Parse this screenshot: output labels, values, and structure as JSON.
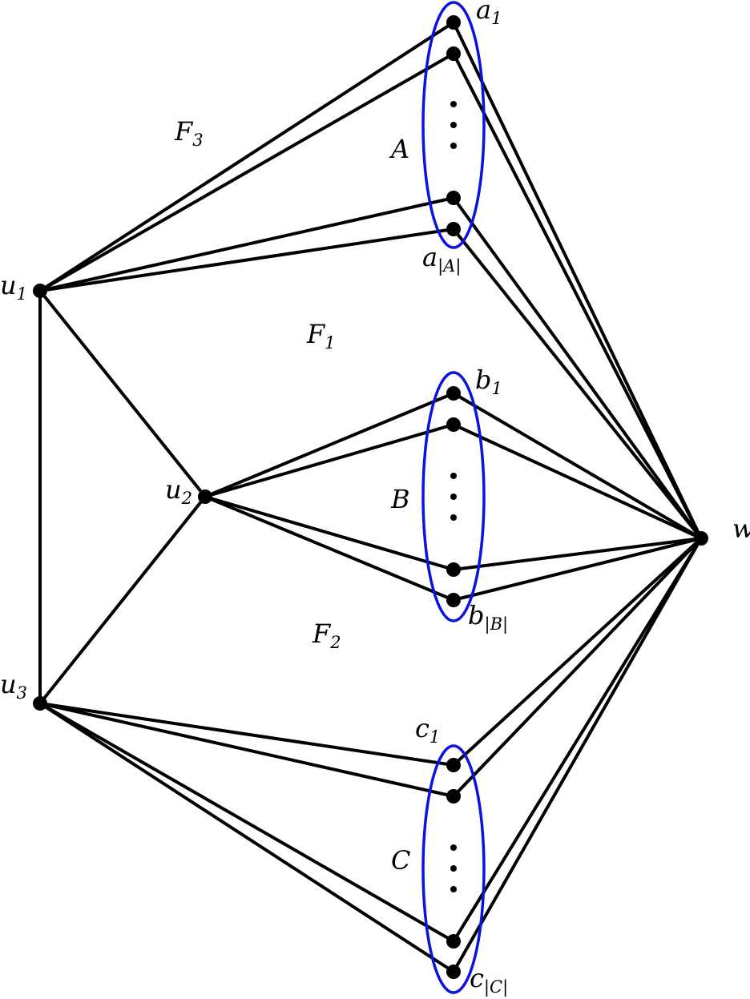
{
  "colors": {
    "ink": "#000000",
    "group_outline": "#0a14e0"
  },
  "vertices": {
    "u1": {
      "base": "u",
      "sub": "1"
    },
    "u2": {
      "base": "u",
      "sub": "2"
    },
    "u3": {
      "base": "u",
      "sub": "3"
    },
    "w": {
      "base": "w",
      "sub": ""
    }
  },
  "groups": {
    "A": {
      "label": "A",
      "first": {
        "base": "a",
        "sub": "1"
      },
      "last": {
        "base": "a",
        "sub_bar": "|",
        "sub_mid": "A"
      }
    },
    "B": {
      "label": "B",
      "first": {
        "base": "b",
        "sub": "1"
      },
      "last": {
        "base": "b",
        "sub_bar": "|",
        "sub_mid": "B"
      }
    },
    "C": {
      "label": "C",
      "first": {
        "base": "c",
        "sub": "1"
      },
      "last": {
        "base": "c",
        "sub_bar": "|",
        "sub_mid": "C"
      }
    }
  },
  "faces": {
    "F1": {
      "base": "F",
      "sub": "1"
    },
    "F2": {
      "base": "F",
      "sub": "2"
    },
    "F3": {
      "base": "F",
      "sub": "3"
    }
  },
  "edges": [
    [
      "u1",
      "a1"
    ],
    [
      "u1",
      "a2"
    ],
    [
      "u1",
      "a3"
    ],
    [
      "u1",
      "a4"
    ],
    [
      "a1",
      "w"
    ],
    [
      "a2",
      "w"
    ],
    [
      "a3",
      "w"
    ],
    [
      "a4",
      "w"
    ],
    [
      "u1",
      "u2"
    ],
    [
      "u1",
      "u3"
    ],
    [
      "u2",
      "u3"
    ],
    [
      "u2",
      "b1"
    ],
    [
      "u2",
      "b2"
    ],
    [
      "u2",
      "b3"
    ],
    [
      "u2",
      "b4"
    ],
    [
      "b1",
      "w"
    ],
    [
      "b2",
      "w"
    ],
    [
      "b3",
      "w"
    ],
    [
      "b4",
      "w"
    ],
    [
      "u3",
      "c1"
    ],
    [
      "u3",
      "c2"
    ],
    [
      "u3",
      "c3"
    ],
    [
      "u3",
      "c4"
    ],
    [
      "c1",
      "w"
    ],
    [
      "c2",
      "w"
    ],
    [
      "c3",
      "w"
    ],
    [
      "c4",
      "w"
    ]
  ]
}
